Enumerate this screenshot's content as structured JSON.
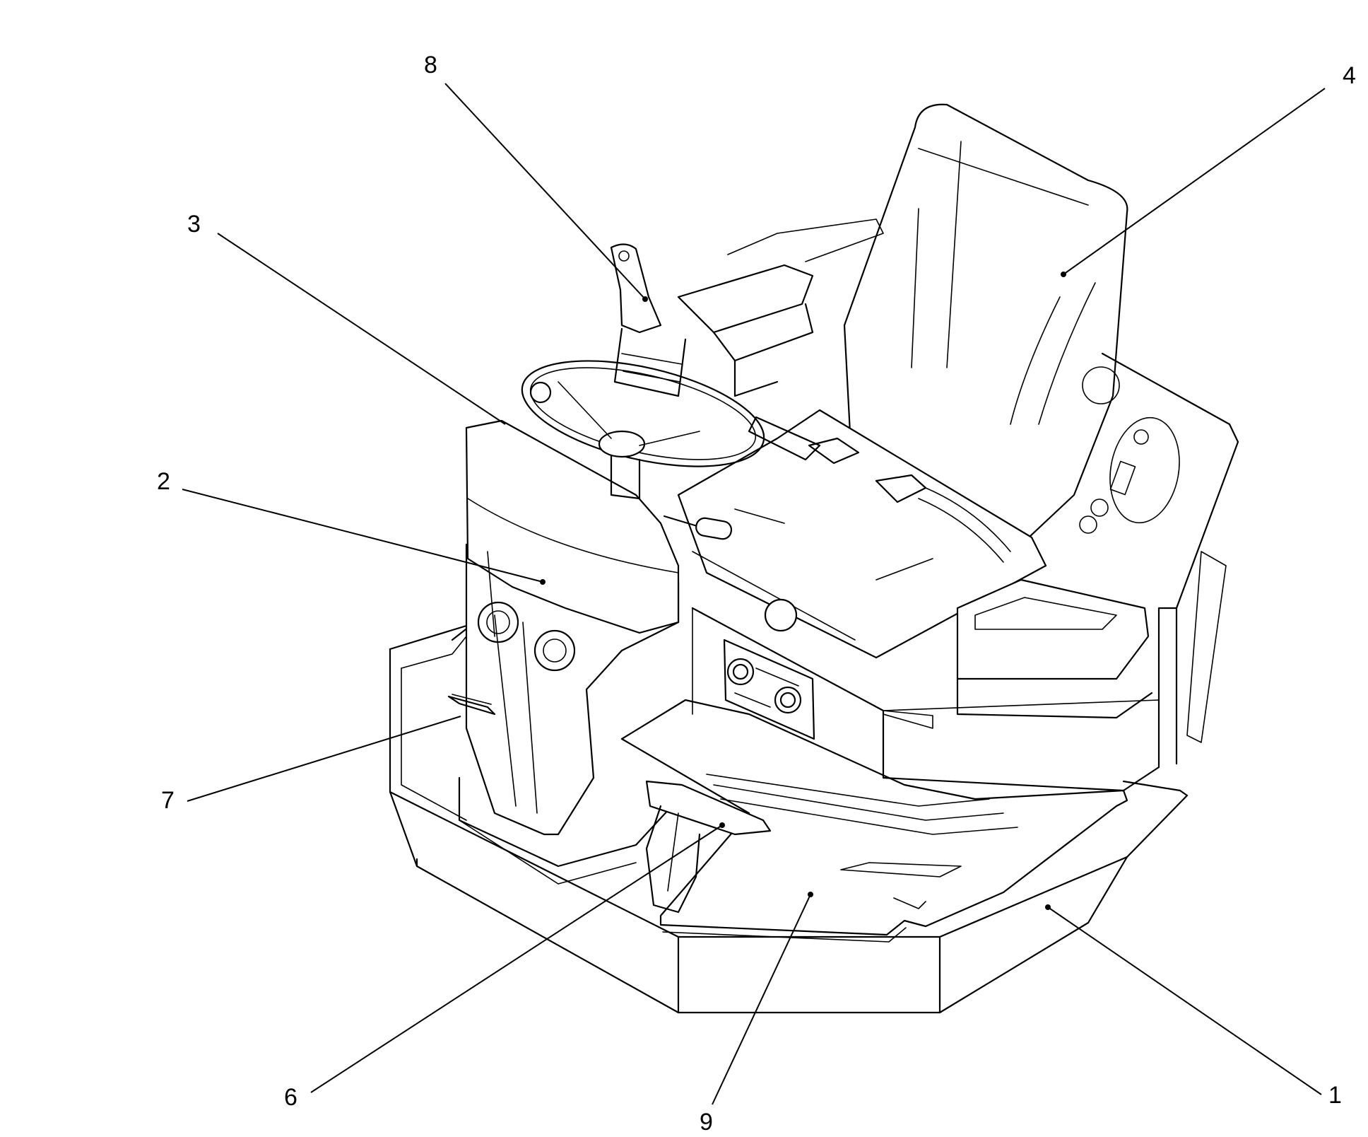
{
  "diagram": {
    "kind": "operator-station-exploded-callouts",
    "callouts": [
      {
        "id": "1",
        "label": "1"
      },
      {
        "id": "2",
        "label": "2"
      },
      {
        "id": "3",
        "label": "3"
      },
      {
        "id": "4",
        "label": "4"
      },
      {
        "id": "6",
        "label": "6"
      },
      {
        "id": "7",
        "label": "7"
      },
      {
        "id": "8",
        "label": "8"
      },
      {
        "id": "9",
        "label": "9"
      }
    ]
  }
}
